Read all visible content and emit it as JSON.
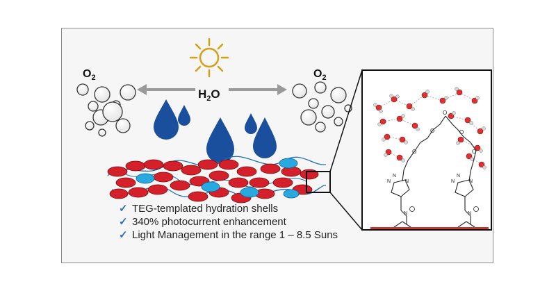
{
  "labels": {
    "o2_left": "O",
    "o2_left_sub": "2",
    "o2_right": "O",
    "o2_right_sub": "2",
    "water_main": "H",
    "water_sub": "2",
    "water_tail": "O"
  },
  "bullets": [
    {
      "icon": "check-icon",
      "text": "TEG-templated hydration shells"
    },
    {
      "icon": "check-icon",
      "text": "340% photocurrent enhancement"
    },
    {
      "icon": "check-icon",
      "text": "Light Management in the range 1 – 8.5 Suns"
    }
  ],
  "colors": {
    "sun": "#d4a017",
    "drop": "#1a4f9e",
    "sheet_red": "#d4202a",
    "sheet_cyan": "#28a9e0",
    "arrow": "#9a9a9a",
    "surface": "#c0392b",
    "oxygen": "#e03030",
    "hydrogen": "#d8d8d8",
    "check": "#2f6db5"
  }
}
